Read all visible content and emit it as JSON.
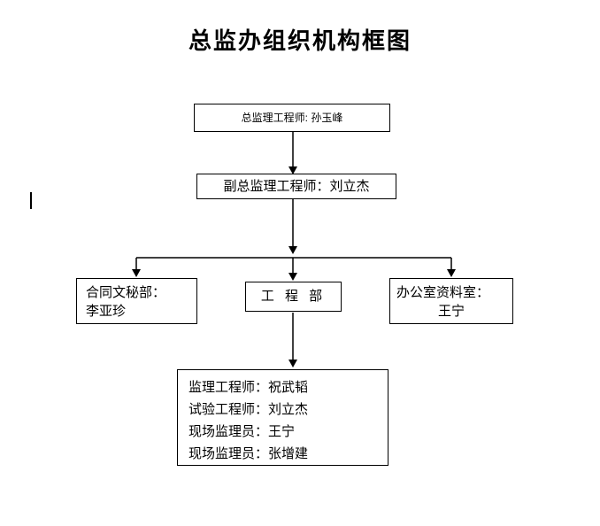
{
  "title": "总监办组织机构框图",
  "nodes": {
    "chief": {
      "label": "总监理工程师: 孙玉峰"
    },
    "deputy": {
      "label": "副总监理工程师：刘立杰"
    },
    "contract": {
      "line1": "合同文秘部：",
      "line2": "李亚珍"
    },
    "engineering": {
      "label": "工 程 部"
    },
    "office": {
      "line1": "办公室资料室：",
      "line2": "王宁"
    },
    "staff": {
      "lines": [
        "监理工程师：祝武韬",
        "试验工程师：刘立杰",
        "现场监理员：王宁",
        "现场监理员：张增建"
      ]
    }
  },
  "colors": {
    "line": "#000000",
    "background": "#ffffff"
  }
}
